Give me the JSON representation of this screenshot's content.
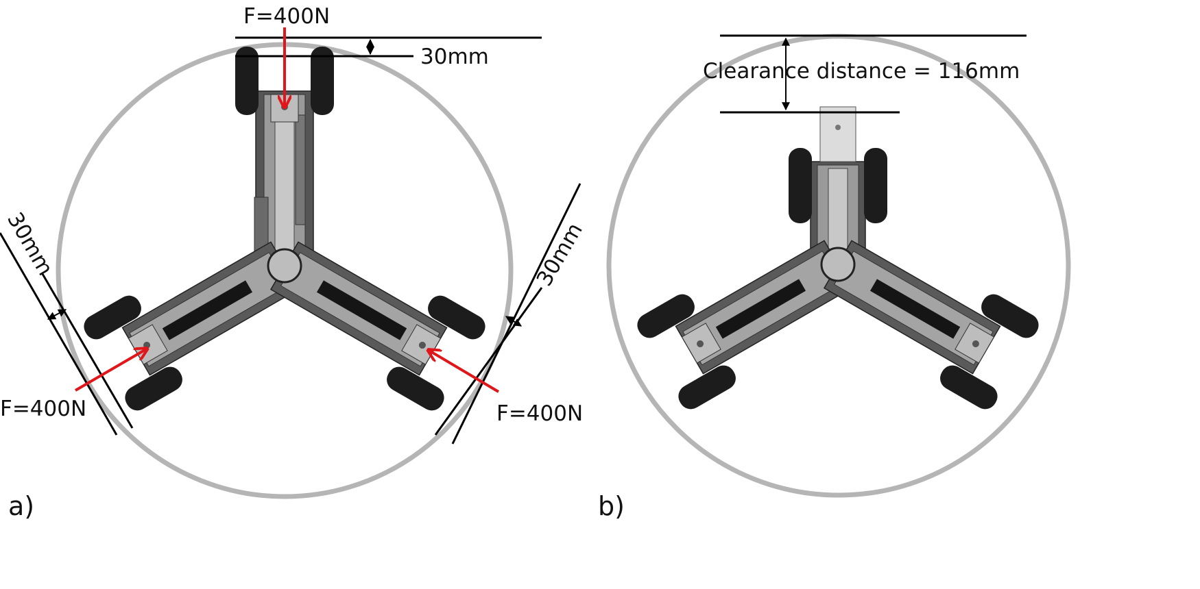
{
  "panel_a": {
    "label": "a)",
    "force_top": "F=400N",
    "force_left": "F=400N",
    "force_right": "F=400N",
    "dim_top": "30mm",
    "dim_left": "30mm",
    "dim_right": "30mm"
  },
  "panel_b": {
    "label": "b)",
    "clearance": "Clearance distance = 116mm"
  },
  "colors": {
    "pipe": "#b5b5b5",
    "force_arrow": "#e0161b",
    "dimension": "#000000",
    "wheel": "#1c1c1c",
    "body_dark": "#4a4a4a",
    "body_light": "#a9a9a9"
  }
}
